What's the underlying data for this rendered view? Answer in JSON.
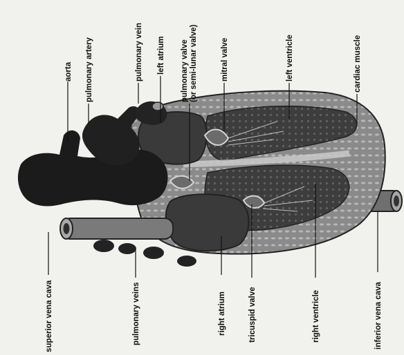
{
  "labels": {
    "aorta": "aorta",
    "pulmonary_artery": "pulmonary artery",
    "pulmonary_vein": "pulmonary vein",
    "left_atrium": "left atrium",
    "pulmonary_valve_line1": "pulmonary valve",
    "pulmonary_valve_line2": "(or semi-lunar valve)",
    "mitral_valve": "mitral valve",
    "left_ventricle": "left ventricle",
    "cardiac_muscle": "cardiac muscle",
    "superior_vena_cava": "superior vena cava",
    "pulmonary_veins": "pulmonary veins",
    "right_atrium": "right atrium",
    "tricuspid_valve": "tricuspid valve",
    "right_ventricle": "right ventricle",
    "inferior_vena_cava": "inferior vena cava"
  },
  "colors": {
    "background": "#f1f1ee",
    "muscle": "#8e8e8e",
    "chamber": "#3a3a3a",
    "vessel": "#1c1c1c",
    "ink": "#111111"
  }
}
